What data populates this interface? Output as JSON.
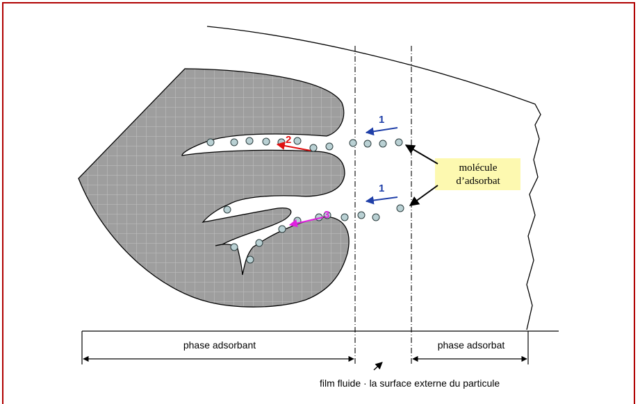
{
  "labels": {
    "phase_adsorbant": "phase adsorbant",
    "phase_adsorbat": "phase adsorbat",
    "molecule_line1": "molécule",
    "molecule_line2": "d’adsorbat",
    "caption": "film fluide · la surface externe du particule"
  },
  "steps": [
    {
      "number": "1",
      "color": "#1f3fa8"
    },
    {
      "number": "2",
      "color": "#e01010"
    },
    {
      "number": "1",
      "color": "#1f3fa8"
    },
    {
      "number": "3",
      "color": "#e020e0"
    }
  ],
  "colors": {
    "frame": "#b00000",
    "particle_fill": "#9e9e9e",
    "molecule_fill": "#b9d0d3",
    "label_box": "#fdf9b0"
  }
}
